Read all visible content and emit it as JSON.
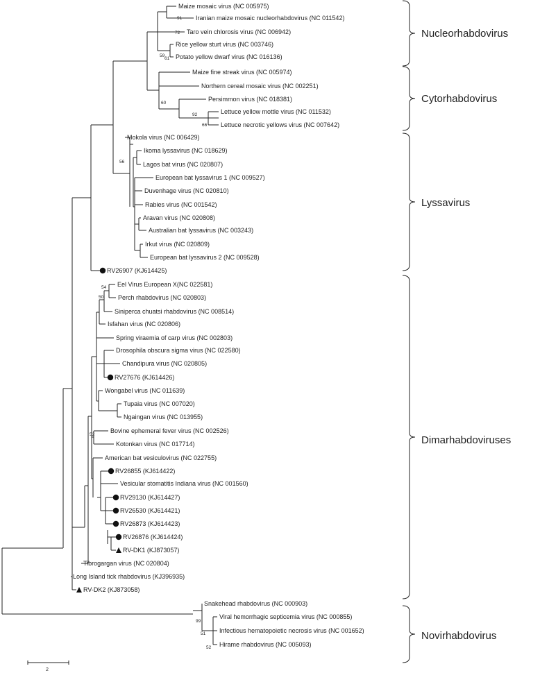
{
  "groups": [
    {
      "name": "Nucleorhabdovirus"
    },
    {
      "name": "Cytorhabdovirus"
    },
    {
      "name": "Lyssavirus"
    },
    {
      "name": "Dimarhabdoviruses"
    },
    {
      "name": "Novirhabdovirus"
    }
  ],
  "taxa": [
    {
      "label": "Maize mosaic virus (NC 005975)"
    },
    {
      "label": "Iranian maize mosaic nucleorhabdovirus (NC 011542)"
    },
    {
      "label": "Taro vein chlorosis virus (NC 006942)"
    },
    {
      "label": "Rice yellow sturt virus (NC 003746)"
    },
    {
      "label": "Potato yellow dwarf virus (NC 016136)"
    },
    {
      "label": "Maize fine streak virus (NC 005974)"
    },
    {
      "label": "Northern cereal mosaic virus (NC 002251)"
    },
    {
      "label": "Persimmon virus (NC 018381)"
    },
    {
      "label": "Lettuce yellow mottle virus (NC 011532)"
    },
    {
      "label": "Lettuce necrotic yellows virus (NC 007642)"
    },
    {
      "label": "Mokola virus (NC 006429)"
    },
    {
      "label": "Ikoma lyssavirus (NC 018629)"
    },
    {
      "label": "Lagos bat virus (NC 020807)"
    },
    {
      "label": "European bat lyssavirus 1 (NC 009527)"
    },
    {
      "label": "Duvenhage virus (NC 020810)"
    },
    {
      "label": "Rabies virus (NC 001542)"
    },
    {
      "label": "Aravan virus (NC 020808)"
    },
    {
      "label": "Australian bat lyssavirus (NC 003243)"
    },
    {
      "label": "Irkut virus (NC 020809)"
    },
    {
      "label": "European bat lyssavirus 2 (NC 009528)"
    },
    {
      "label": "RV26907 (KJ614425)",
      "marker": "circle"
    },
    {
      "label": "Eel Virus European X(NC 022581)"
    },
    {
      "label": "Perch rhabdovirus (NC 020803)"
    },
    {
      "label": "Siniperca chuatsi rhabdovirus (NC 008514)"
    },
    {
      "label": "Isfahan virus (NC 020806)"
    },
    {
      "label": "Spring viraemia of carp virus (NC 002803)"
    },
    {
      "label": "Drosophila obscura sigma virus (NC 022580)"
    },
    {
      "label": "Chandipura virus (NC 020805)"
    },
    {
      "label": "RV27676 (KJ614426)",
      "marker": "circle"
    },
    {
      "label": "Wongabel virus (NC 011639)"
    },
    {
      "label": "Tupaia virus (NC 007020)"
    },
    {
      "label": "Ngaingan virus (NC 013955)"
    },
    {
      "label": "Bovine ephemeral fever virus (NC 002526)"
    },
    {
      "label": "Kotonkan virus (NC 017714)"
    },
    {
      "label": "American bat vesiculovirus (NC 022755)"
    },
    {
      "label": "RV26855 (KJ614422)",
      "marker": "circle"
    },
    {
      "label": "Vesicular stomatitis Indiana virus (NC 001560)"
    },
    {
      "label": "RV29130 (KJ614427)",
      "marker": "circle"
    },
    {
      "label": "RV26530 (KJ614421)",
      "marker": "circle"
    },
    {
      "label": "RV26873 (KJ614423)",
      "marker": "circle"
    },
    {
      "label": "RV26876 (KJ614424)",
      "marker": "circle"
    },
    {
      "label": "RV-DK1 (KJ873057)",
      "marker": "triangle"
    },
    {
      "label": "Tibrogargan virus (NC 020804)"
    },
    {
      "label": "Long Island tick rhabdovirus (KJ396935)"
    },
    {
      "label": "RV-DK2 (KJ873058)",
      "marker": "triangle"
    },
    {
      "label": "Snakehead rhabdovirus (NC 000903)"
    },
    {
      "label": "Viral hemorrhagic septicemia virus (NC 000855)"
    },
    {
      "label": "Infectious hematopoietic necrosis virus (NC 001652)"
    },
    {
      "label": "Hirame rhabdovirus (NC 005093)"
    }
  ],
  "bootstrap": [
    "91",
    "72",
    "61",
    "59",
    "60",
    "92",
    "66",
    "56",
    "54",
    "50",
    "52",
    "99",
    "51",
    "52"
  ],
  "scale_bar": {
    "label": "2"
  },
  "colors": {
    "line": "#222222",
    "text": "#222222"
  }
}
